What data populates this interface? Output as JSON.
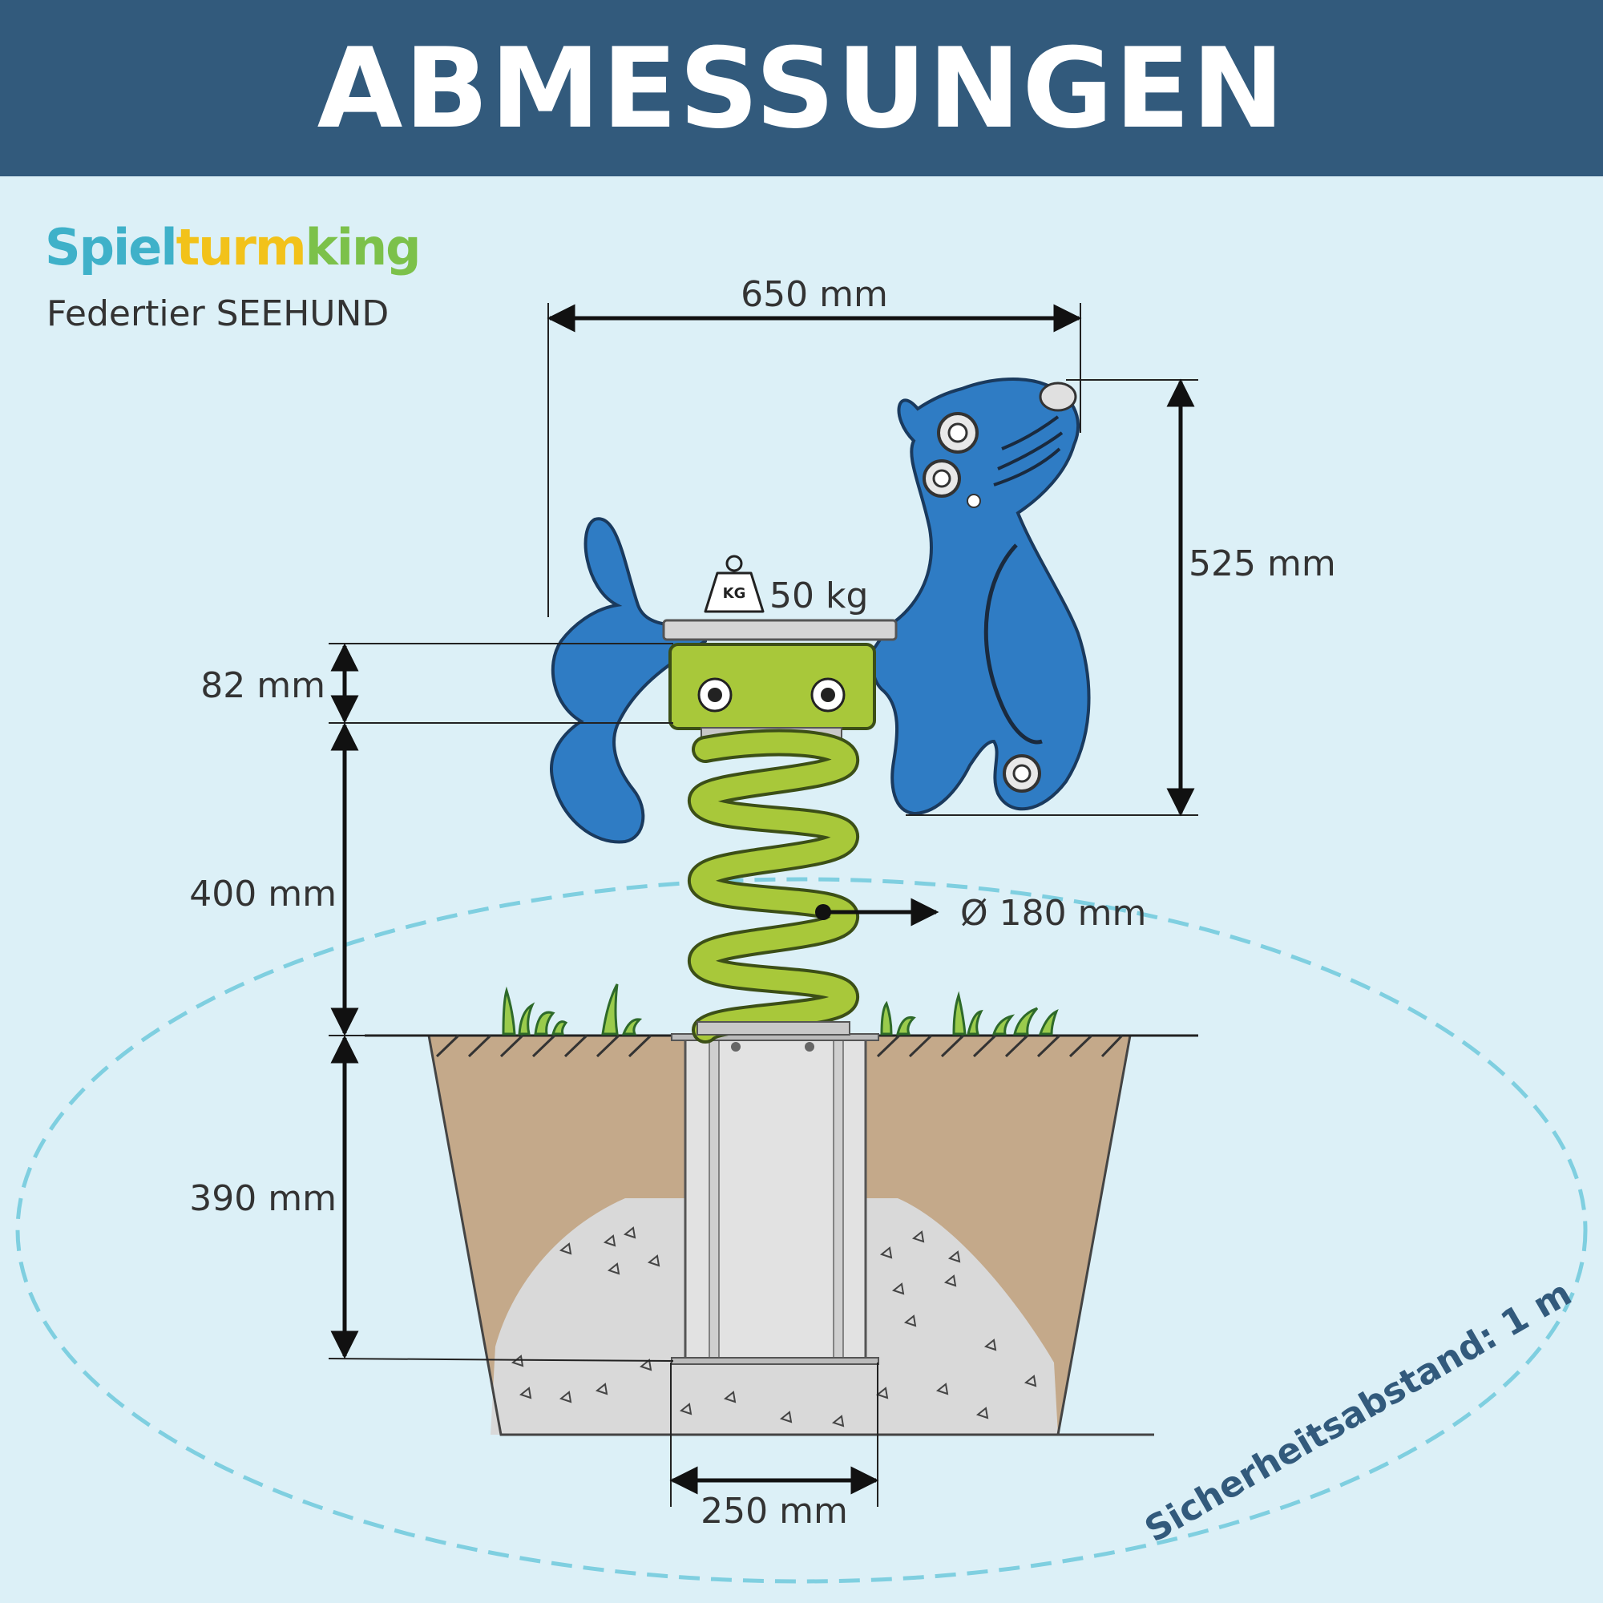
{
  "header": {
    "title": "ABMESSUNGEN"
  },
  "brand": {
    "part1": "Spiel",
    "part2": "turm",
    "part3": "king"
  },
  "product": {
    "name": "Federtier SEEHUND"
  },
  "dimensions": {
    "width": "650 mm",
    "height": "525 mm",
    "seat_block": "82 mm",
    "spring_height": "400 mm",
    "foundation_depth": "390 mm",
    "spring_diameter": "Ø 180 mm",
    "foundation_width": "250 mm",
    "max_load": "50 kg",
    "weight_icon_label": "KG"
  },
  "safety": {
    "label": "Sicherheitsabstand: 1 m"
  },
  "colors": {
    "header_bg": "#325a7c",
    "background": "#dcf0f7",
    "seal_blue": "#2f7cc4",
    "spring_green": "#a8c83a",
    "soil": "#c4a98a",
    "concrete": "#d9d9d9",
    "safety_dash": "#7fcfe0"
  }
}
